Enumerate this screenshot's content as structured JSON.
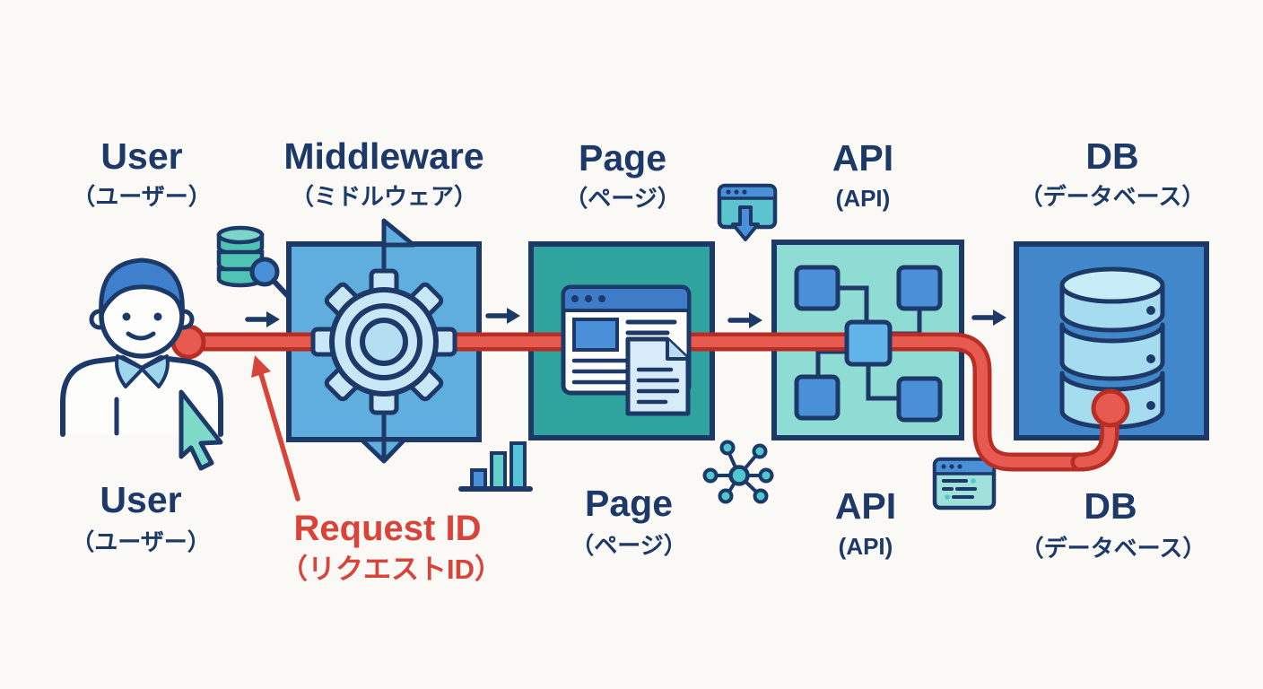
{
  "stages": [
    {
      "label": "User",
      "label_jp": "（ユーザー）"
    },
    {
      "label": "Middleware",
      "label_jp": "（ミドルウェア）"
    },
    {
      "label": "Page",
      "label_jp": "（ページ）"
    },
    {
      "label": "API",
      "label_jp": "(API)"
    },
    {
      "label": "DB",
      "label_jp": "（データベース）"
    }
  ],
  "annotation": {
    "label": "Request ID",
    "label_jp": "（リクエストID）"
  },
  "colors": {
    "navy": "#1C3968",
    "red": "#D8433A",
    "red_dark": "#B82E24",
    "red_light": "#E65A4F",
    "middleware_box": "#5FAEDE",
    "page_box": "#2FA39E",
    "api_box": "#8EDCD4",
    "db_box": "#4287CA",
    "gear_fill": "#C8E7F7",
    "cylinder_fill": "#A6DCEF",
    "teal_icon": "#4FC4B4",
    "cursor_teal": "#7EDAC8",
    "background": "#FAF9F6"
  },
  "icons": {
    "user": "person-icon",
    "user_pointer": "cursor-arrow-icon",
    "user_decor": "database-search-icon",
    "middleware": "gear-icon",
    "page": "browser-window-icon",
    "page_overlay": "document-icon",
    "page_decor": "browser-download-icon",
    "api": "network-nodes-icon",
    "api_decor_left": "bar-chart-icon",
    "api_decor_hub": "network-hub-icon",
    "db": "database-cylinder-icon",
    "db_decor": "terminal-window-icon",
    "flow": "arrow-right-icon",
    "trace": "request-id-line"
  }
}
